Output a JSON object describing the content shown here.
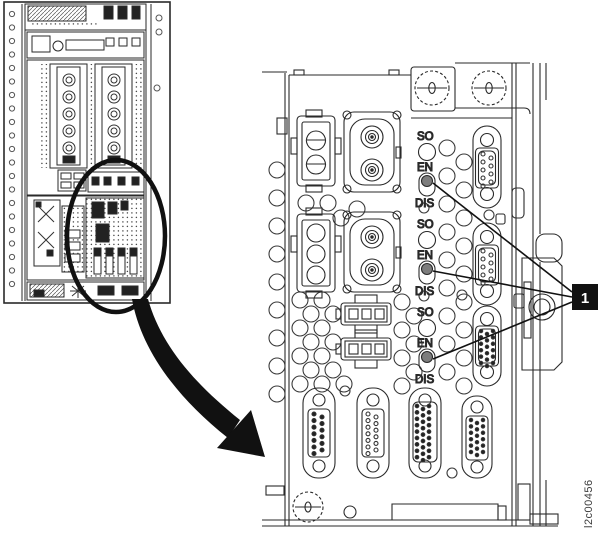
{
  "figure": {
    "type": "hardware-diagram",
    "callout": {
      "number": "1"
    },
    "figure_id": "l2c00456",
    "switch_groups": [
      {
        "top": "SO",
        "middle": "EN",
        "bottom": "DIS"
      },
      {
        "top": "SO",
        "middle": "EN",
        "bottom": "DIS"
      },
      {
        "top": "SO",
        "middle": "EN",
        "bottom": "DIS"
      }
    ],
    "colors": {
      "line": "#1f1f1f",
      "background": "#ffffff",
      "callout_bg": "#111111",
      "callout_fg": "#ffffff",
      "switch_dot": "#7d7d7d"
    }
  }
}
